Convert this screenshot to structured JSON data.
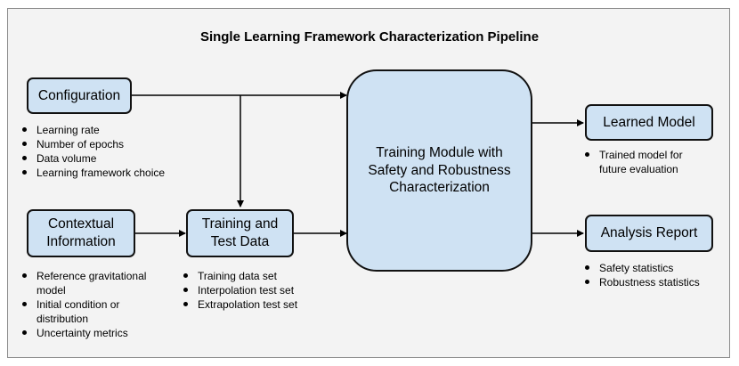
{
  "title": "Single Learning Framework Characterization Pipeline",
  "nodes": {
    "configuration": {
      "label": [
        "Configuration"
      ],
      "bullets": [
        "Learning rate",
        "Number of epochs",
        "Data volume",
        "Learning framework choice"
      ]
    },
    "contextual": {
      "label": [
        "Contextual",
        "Information"
      ],
      "bullets": [
        "Reference gravitational model",
        "Initial condition or distribution",
        "Uncertainty metrics"
      ]
    },
    "training_data": {
      "label": [
        "Training and",
        "Test Data"
      ],
      "bullets": [
        "Training data set",
        "Interpolation test set",
        "Extrapolation test set"
      ]
    },
    "training_module": {
      "label": [
        "Training Module with",
        "Safety and Robustness",
        "Characterization"
      ]
    },
    "learned_model": {
      "label": [
        "Learned Model"
      ],
      "bullets": [
        "Trained model for future evaluation"
      ]
    },
    "analysis_report": {
      "label": [
        "Analysis Report"
      ],
      "bullets": [
        "Safety statistics",
        "Robustness statistics"
      ]
    }
  },
  "colors": {
    "node_fill": "#cfe2f3",
    "border": "#111111",
    "panel": "#f3f3f3"
  }
}
